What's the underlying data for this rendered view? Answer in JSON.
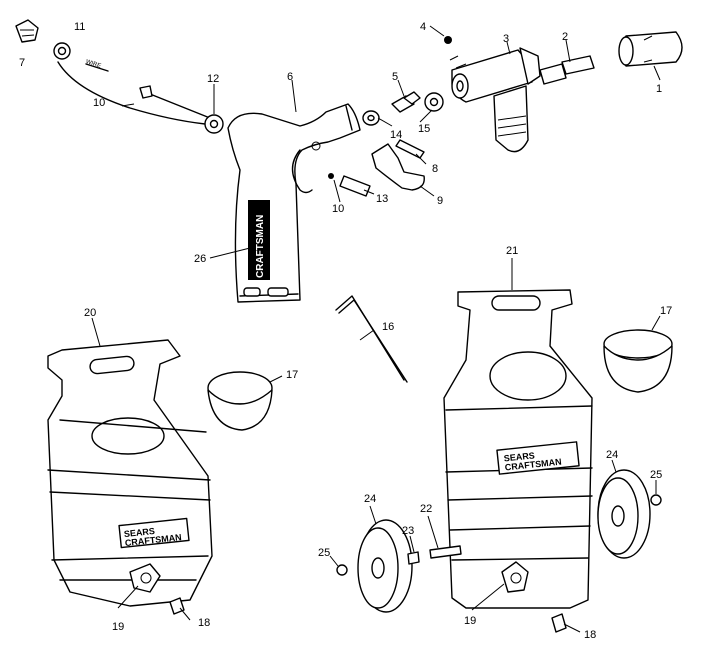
{
  "callouts": [
    {
      "id": "c1",
      "text": "1"
    },
    {
      "id": "c2",
      "text": "2"
    },
    {
      "id": "c3",
      "text": "3"
    },
    {
      "id": "c4",
      "text": "4"
    },
    {
      "id": "c5",
      "text": "5"
    },
    {
      "id": "c6",
      "text": "6"
    },
    {
      "id": "c7",
      "text": "7"
    },
    {
      "id": "c8",
      "text": "8"
    },
    {
      "id": "c9",
      "text": "9"
    },
    {
      "id": "c10a",
      "text": "10"
    },
    {
      "id": "c10b",
      "text": "10"
    },
    {
      "id": "c11",
      "text": "11"
    },
    {
      "id": "c12",
      "text": "12"
    },
    {
      "id": "c13",
      "text": "13"
    },
    {
      "id": "c14",
      "text": "14"
    },
    {
      "id": "c15",
      "text": "15"
    },
    {
      "id": "c16",
      "text": "16"
    },
    {
      "id": "c17a",
      "text": "17"
    },
    {
      "id": "c17b",
      "text": "17"
    },
    {
      "id": "c18a",
      "text": "18"
    },
    {
      "id": "c18b",
      "text": "18"
    },
    {
      "id": "c19a",
      "text": "19"
    },
    {
      "id": "c19b",
      "text": "19"
    },
    {
      "id": "c20",
      "text": "20"
    },
    {
      "id": "c21",
      "text": "21"
    },
    {
      "id": "c22",
      "text": "22"
    },
    {
      "id": "c23",
      "text": "23"
    },
    {
      "id": "c24a",
      "text": "24"
    },
    {
      "id": "c24b",
      "text": "24"
    },
    {
      "id": "c25a",
      "text": "25"
    },
    {
      "id": "c25b",
      "text": "25"
    },
    {
      "id": "c26",
      "text": "26"
    }
  ],
  "branding": {
    "gun_logo": "CRAFTSMAN",
    "tank_left_line1": "SEARS",
    "tank_left_line2": "CRAFTSMAN",
    "tank_right_line1": "SEARS",
    "tank_right_line2": "CRAFTSMAN"
  }
}
